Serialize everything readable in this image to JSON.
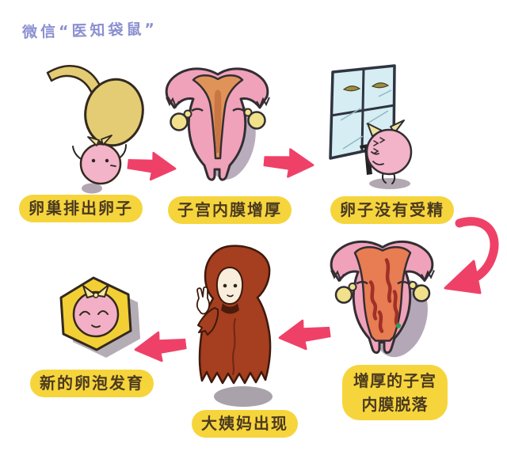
{
  "watermark": {
    "text": "微信“医知袋鼠”"
  },
  "steps": [
    {
      "id": "ovary-release",
      "label": "卵巢排出卵子",
      "illustration": "ovary-releasing-egg"
    },
    {
      "id": "lining-thicken",
      "label": "子宫内膜增厚",
      "illustration": "uterus-thickened-lining"
    },
    {
      "id": "egg-unfertilized",
      "label": "卵子没有受精",
      "illustration": "aged-egg-by-window"
    },
    {
      "id": "lining-shed",
      "label_line1": "增厚的子宫",
      "label_line2": "内膜脱落",
      "illustration": "uterus-shedding-lining"
    },
    {
      "id": "period-appears",
      "label": "大姨妈出现",
      "illustration": "red-hooded-figure"
    },
    {
      "id": "new-follicle",
      "label": "新的卵泡发育",
      "illustration": "follicle-with-sleeping-egg"
    }
  ],
  "colors": {
    "arrow": "#ef4168",
    "label_bg": "#f6d53c",
    "label_text": "#4b3a20",
    "watermark": "#8b90d0",
    "egg_pink": "#f3b3c9",
    "ovary_yellow": "#e3cc74",
    "uterus_pink": "#f0a2ba",
    "lining_orange": "#e09358",
    "shed_lining": "#e87c52",
    "blood_red": "#a03028",
    "window_blue": "#d6edf3",
    "cloak_red": "#a63e20",
    "follicle_yellow": "#f2cf35",
    "shadow_gray": "#b5aab8"
  }
}
